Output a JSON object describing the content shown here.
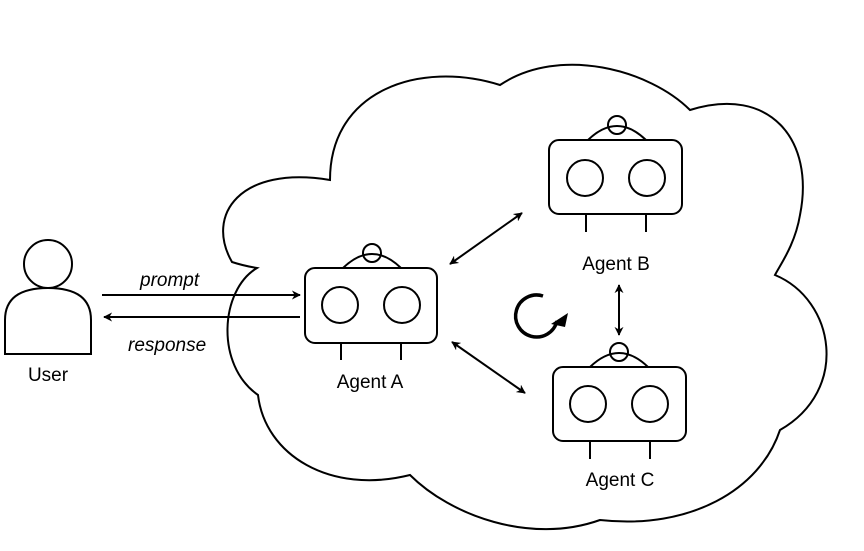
{
  "labels": {
    "user": "User",
    "prompt": "prompt",
    "response": "response",
    "agent_a": "Agent A",
    "agent_b": "Agent B",
    "agent_c": "Agent C"
  },
  "colors": {
    "stroke": "#000000",
    "fill": "#ffffff",
    "background": "#ffffff"
  },
  "icons": {
    "user": "person-icon",
    "agent": "robot-icon",
    "cycle": "circular-arrow-icon"
  }
}
